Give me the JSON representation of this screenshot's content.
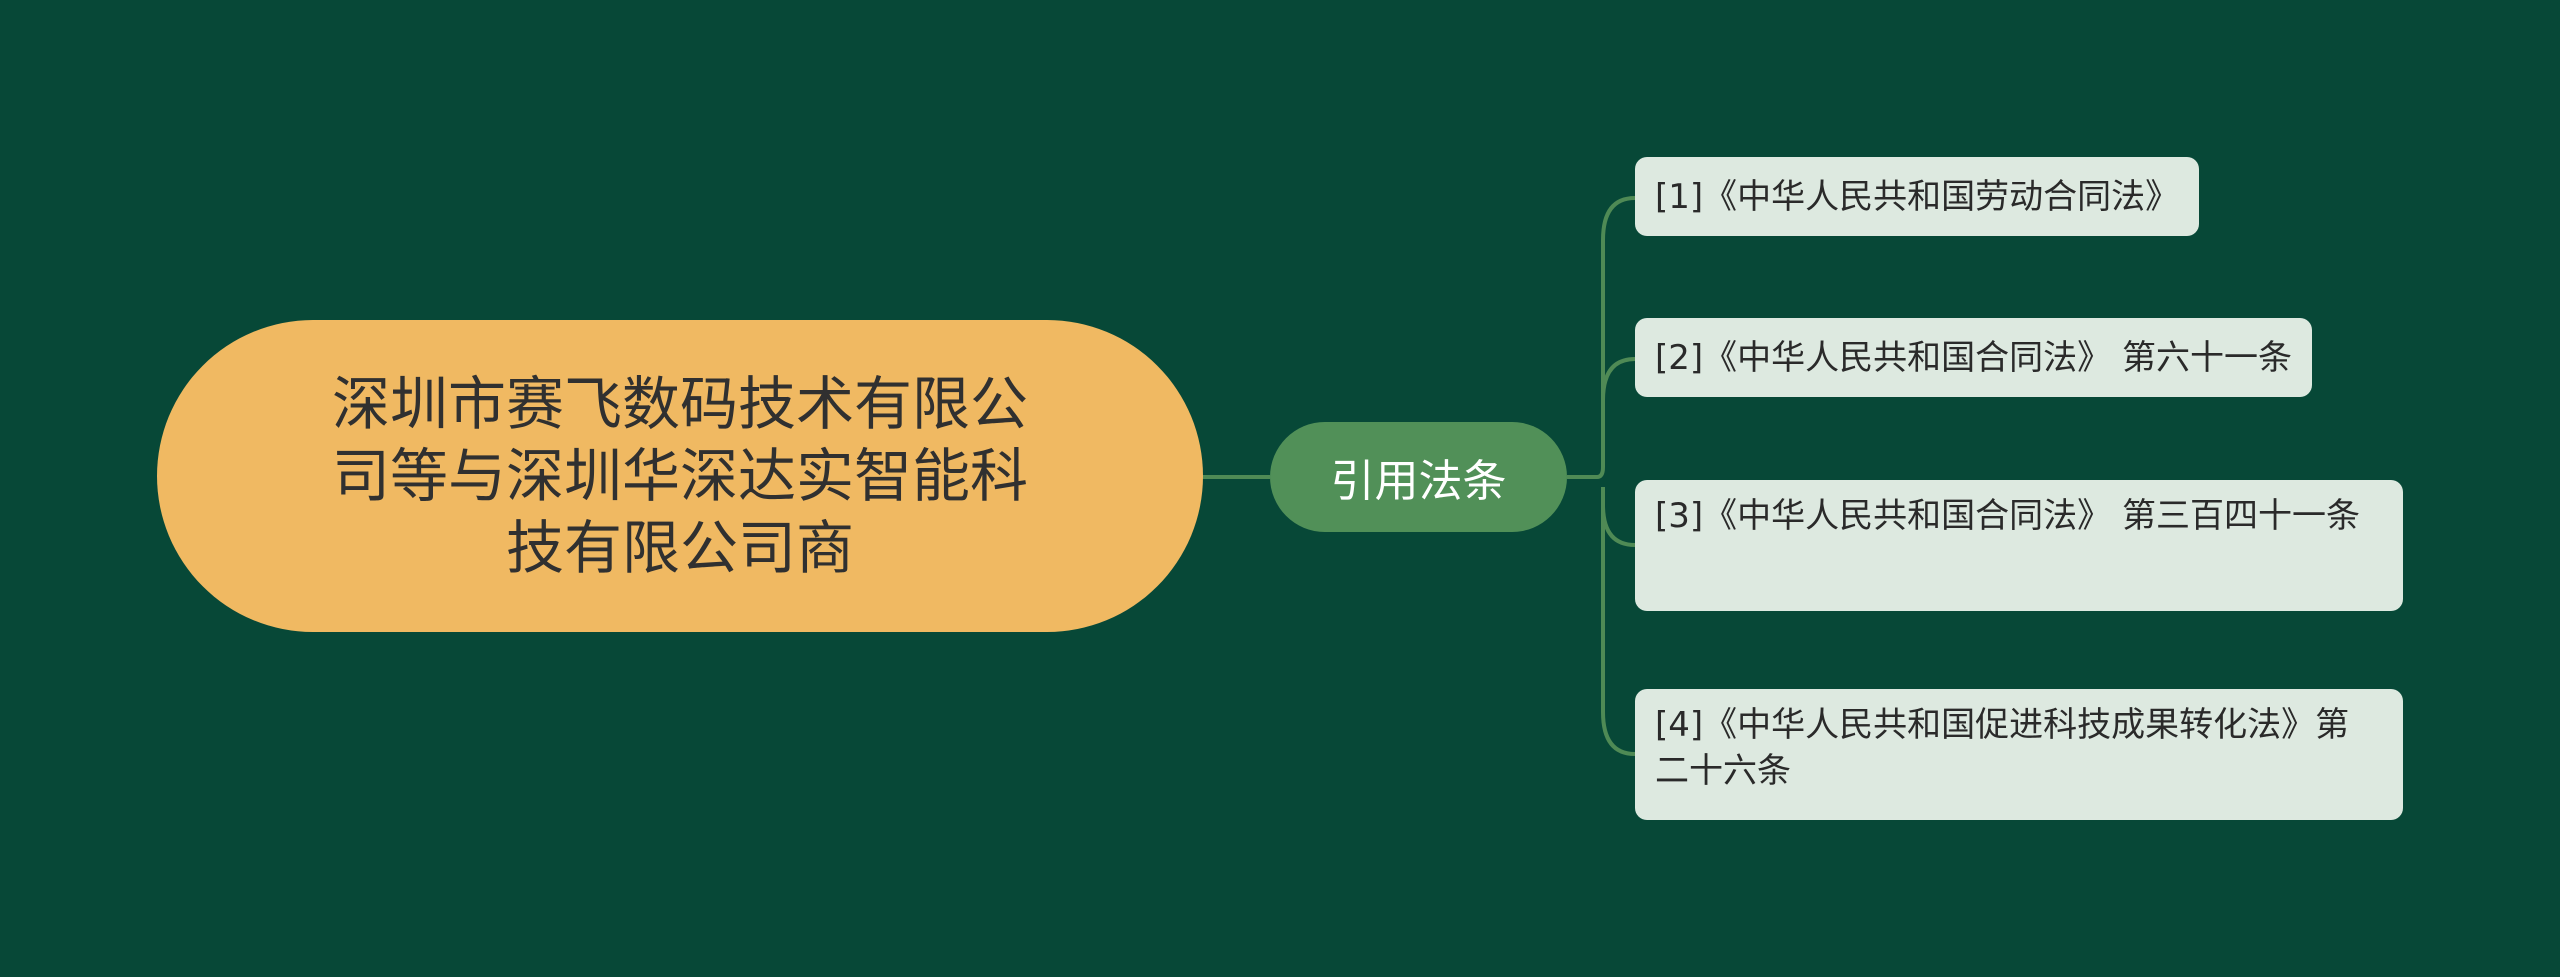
{
  "root": {
    "text": "深圳市赛飞数码技术有限公司等与深圳华深达实智能科技有限公司商"
  },
  "branch": {
    "label": "引用法条"
  },
  "leaves": [
    {
      "text": "[1]《中华人民共和国劳动合同法》"
    },
    {
      "text": "[2]《中华人民共和国合同法》 第六十一条"
    },
    {
      "text": "[3]《中华人民共和国合同法》 第三百四十一条"
    },
    {
      "text": "[4]《中华人民共和国促进科技成果转化法》第二十六条"
    }
  ],
  "colors": {
    "background": "#074837",
    "root_fill": "#f0b962",
    "branch_fill": "#519058",
    "leaf_fill": "#dde9e0",
    "connector": "#4f8a55"
  }
}
